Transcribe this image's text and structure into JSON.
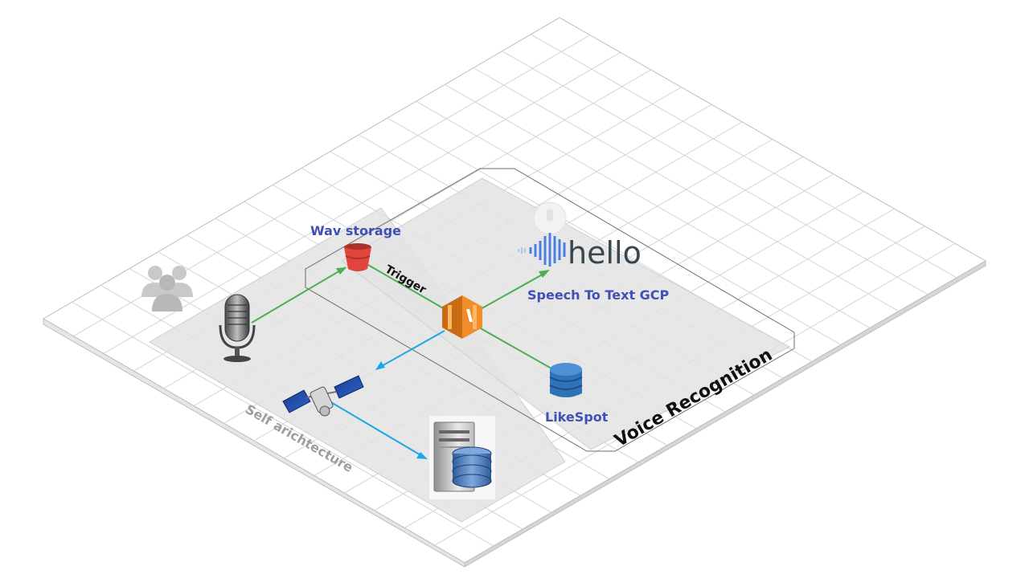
{
  "diagram": {
    "labels": {
      "wav_storage": "Wav storage",
      "trigger": "Trigger",
      "speech_to_text": "Speech To Text GCP",
      "likespot": "LikeSpot",
      "voice_recognition": "Voice Recognition",
      "self_architecture": "Self arichtecture",
      "hello_logo": "hello"
    },
    "colors": {
      "green_flow": "#4caf50",
      "blue_flow": "#1ea7e8",
      "label_blue": "#3f51b5",
      "lambda_orange": "#e8821e",
      "bucket_red": "#e0443a",
      "dynamo_blue": "#2e73b8"
    },
    "icons": [
      "users-icon",
      "microphone-icon",
      "s3-bucket-icon",
      "lambda-icon",
      "hello-logo-icon",
      "dynamodb-icon",
      "satellite-icon",
      "server-database-icon"
    ]
  }
}
